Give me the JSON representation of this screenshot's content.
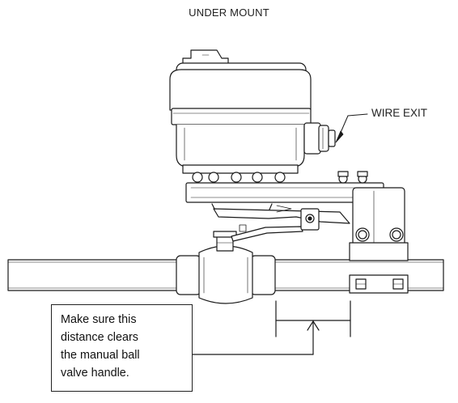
{
  "diagram": {
    "title": "UNDER MOUNT",
    "wire_exit_label": "WIRE EXIT",
    "note_lines": [
      "Make sure this",
      "distance clears",
      "the manual ball",
      "valve handle."
    ]
  }
}
